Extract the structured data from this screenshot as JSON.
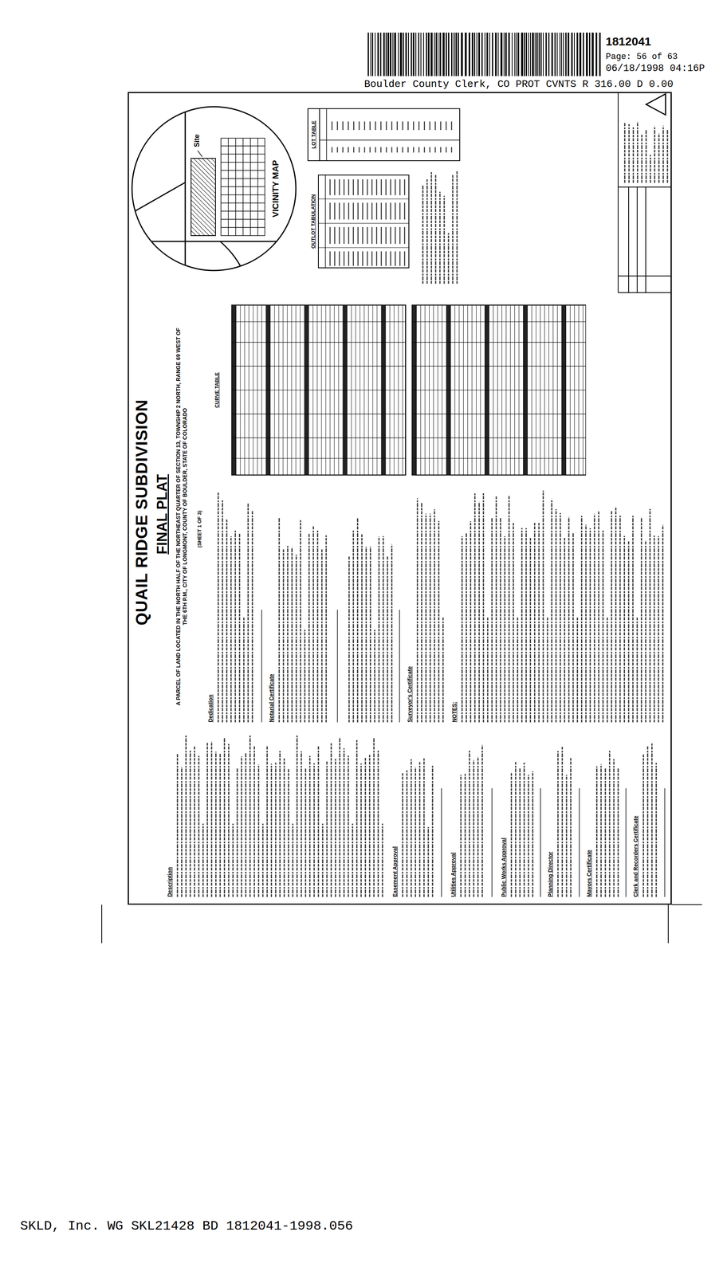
{
  "diagram": {
    "title": "QUAIL RIDGE SUBDIVISION",
    "nodes": [
      {
        "text": [
          "Site",
          "VICINITY MAP"
        ]
      },
      {
        "text": [
          "LOT TABLE"
        ]
      },
      {
        "text": [
          "OUTLOT TABULATION"
        ]
      },
      {
        "text": [
          "CURVE TABLE"
        ]
      }
    ],
    "labels": [
      "1812041",
      "Page: 56 of 63",
      "06/18/1998 04:16P",
      "Boulder County Clerk, CO PROT CVNTS R 316.00 D 0.00",
      "FINAL PLAT",
      "A PARCEL OF LAND LOCATED IN THE NORTH HALF OF THE NORTHEAST QUARTER OF SECTION 13, TOWNSHIP 2 NORTH, RANGE 69 WEST OF THE 6TH P.M., CITY OF LONGMONT, COUNTY OF BOULDER, STATE OF COLORADO",
      "(SHEET 1 OF 3)",
      "Description",
      "Easement Approval",
      "Utilities Approval",
      "Public Works Approval",
      "Planning Director",
      "Mayors Certificate",
      "Clerk and Recorders Certificate",
      "Dedication",
      "Notarial Certificate",
      "Surveyor's Certificate",
      "NOTES:",
      "SKLD, Inc. WG SKL21428 BD 1812041-1998.056"
    ]
  }
}
